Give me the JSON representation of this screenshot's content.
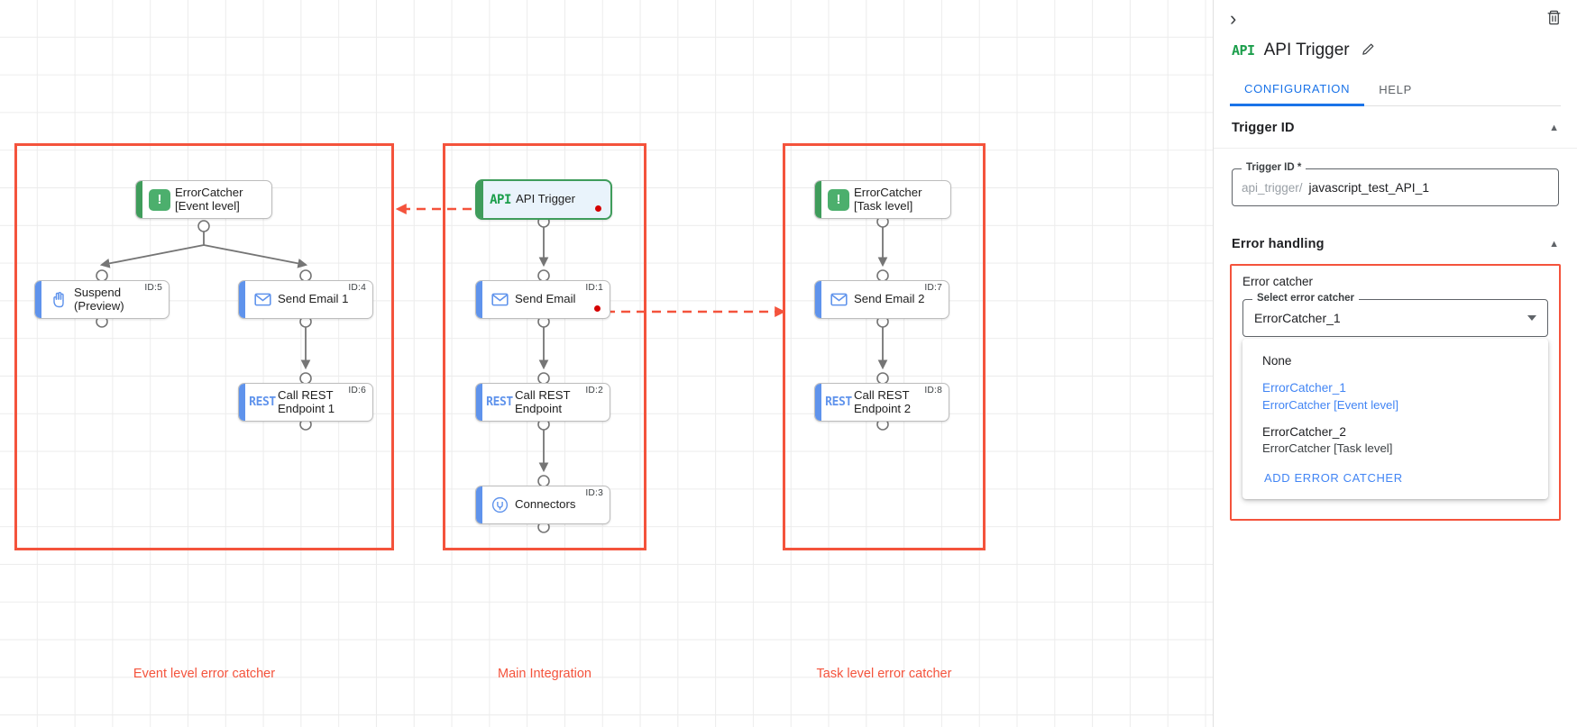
{
  "canvas": {
    "groups": [
      {
        "id": "event-level",
        "caption": "Event level error catcher"
      },
      {
        "id": "main-integration",
        "caption": "Main Integration"
      },
      {
        "id": "task-level",
        "caption": "Task level error catcher"
      }
    ],
    "nodes": [
      {
        "key": "errorcatcher_event",
        "label": "ErrorCatcher\n[Event level]",
        "icon": "error-catcher-icon",
        "id_badge": "",
        "accent": "green",
        "selected": false,
        "dot": false
      },
      {
        "key": "suspend",
        "label": "Suspend\n(Preview)",
        "icon": "hand-icon",
        "id_badge": "ID:5",
        "accent": "blue",
        "selected": false,
        "dot": false
      },
      {
        "key": "send_email_1",
        "label": "Send Email 1",
        "icon": "envelope-icon",
        "id_badge": "ID:4",
        "accent": "blue",
        "selected": false,
        "dot": false
      },
      {
        "key": "call_rest_1",
        "label": "Call REST\nEndpoint 1",
        "icon": "rest-icon",
        "id_badge": "ID:6",
        "accent": "blue",
        "selected": false,
        "dot": false
      },
      {
        "key": "api_trigger",
        "label": "API Trigger",
        "icon": "api-icon",
        "id_badge": "",
        "accent": "green",
        "selected": true,
        "dot": true
      },
      {
        "key": "send_email",
        "label": "Send Email",
        "icon": "envelope-icon",
        "id_badge": "ID:1",
        "accent": "blue",
        "selected": false,
        "dot": true
      },
      {
        "key": "call_rest",
        "label": "Call REST\nEndpoint",
        "icon": "rest-icon",
        "id_badge": "ID:2",
        "accent": "blue",
        "selected": false,
        "dot": false
      },
      {
        "key": "connectors",
        "label": "Connectors",
        "icon": "connector-icon",
        "id_badge": "ID:3",
        "accent": "blue",
        "selected": false,
        "dot": false
      },
      {
        "key": "errorcatcher_task",
        "label": "ErrorCatcher\n[Task level]",
        "icon": "error-catcher-icon",
        "id_badge": "",
        "accent": "green",
        "selected": false,
        "dot": false
      },
      {
        "key": "send_email_2",
        "label": "Send Email 2",
        "icon": "envelope-icon",
        "id_badge": "ID:7",
        "accent": "blue",
        "selected": false,
        "dot": false
      },
      {
        "key": "call_rest_2",
        "label": "Call REST\nEndpoint 2",
        "icon": "rest-icon",
        "id_badge": "ID:8",
        "accent": "blue",
        "selected": false,
        "dot": false
      }
    ],
    "colors": {
      "group_border": "#f4533c",
      "caption": "#f4533c",
      "node_accent_blue": "#5f93ec",
      "node_accent_green": "#3f9c5b",
      "selected_fill": "#e9f3fb",
      "status_dot": "#d50000",
      "edge": "#757575"
    }
  },
  "panel": {
    "collapse_icon": "chevron-right-icon",
    "delete_icon": "trash-icon",
    "icon_label": "API",
    "title": "API Trigger",
    "edit_icon": "pencil-icon",
    "tabs": [
      {
        "key": "configuration",
        "label": "CONFIGURATION",
        "active": true
      },
      {
        "key": "help",
        "label": "HELP",
        "active": false
      }
    ],
    "trigger_id_section": {
      "title": "Trigger ID",
      "collapse_icon": "chevron-up-icon",
      "field_label": "Trigger ID *",
      "prefix": "api_trigger/",
      "value": "javascript_test_API_1"
    },
    "error_handling_section": {
      "title": "Error handling",
      "collapse_icon": "chevron-up-icon",
      "error_catcher_label": "Error catcher",
      "select_label": "Select error catcher",
      "selected_value": "ErrorCatcher_1",
      "dropdown_icon": "caret-down-icon",
      "options": [
        {
          "title": "None",
          "subtitle": "",
          "highlighted": false
        },
        {
          "title": "ErrorCatcher_1",
          "subtitle": "ErrorCatcher [Event level]",
          "highlighted": true
        },
        {
          "title": "ErrorCatcher_2",
          "subtitle": "ErrorCatcher [Task level]",
          "highlighted": false
        }
      ],
      "add_action": "ADD ERROR CATCHER"
    },
    "accent_color": "#1a73e8",
    "link_color": "#4285f4"
  }
}
